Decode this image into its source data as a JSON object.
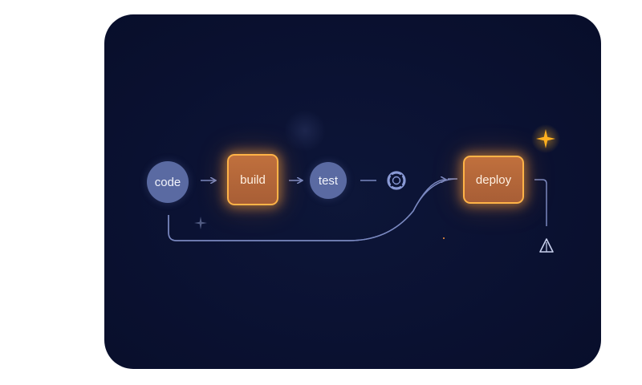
{
  "diagram": {
    "nodes": {
      "code": "code",
      "build": "build",
      "test": "test",
      "deploy": "deploy"
    },
    "icons": {
      "after_test": "lifebuoy-icon",
      "loop_end": "triangle-warning-icon",
      "top_right": "sparkle-icon",
      "lower_left": "small-star-icon"
    },
    "colors": {
      "background": "#0b1233",
      "circle_node": "#5a6aa2",
      "box_node": "#b86638",
      "box_glow": "#ffb347",
      "connector": "#7a88c0",
      "sparkle": "#ffb020"
    }
  }
}
